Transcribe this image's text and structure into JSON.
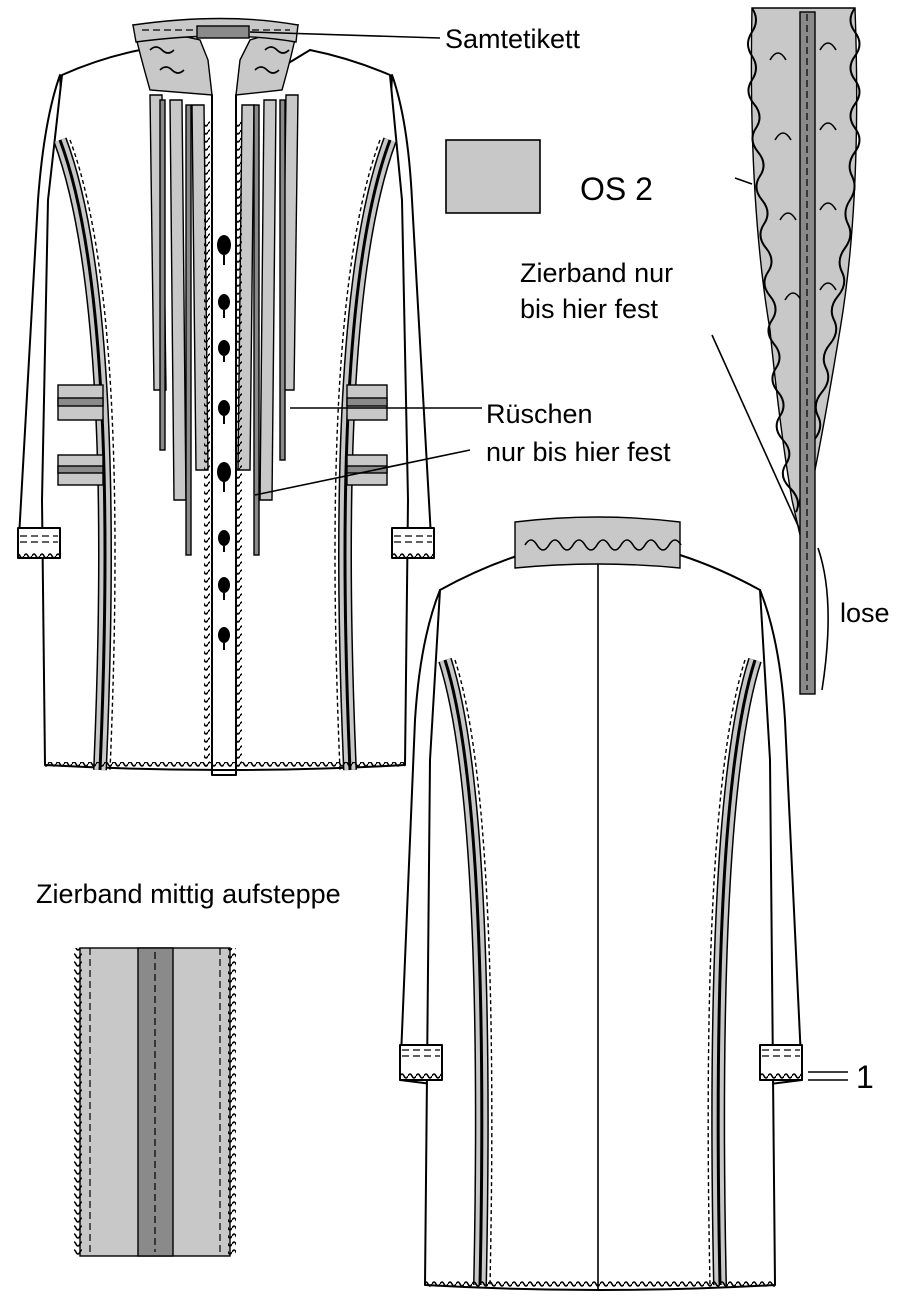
{
  "labels": {
    "velvet_label": "Samtetikett",
    "fabric_swatch": "OS 2",
    "trim_fixed_line1": "Zierband nur",
    "trim_fixed_line2": "bis hier fest",
    "ruffles_line1": "Rüschen",
    "ruffles_line2": "nur bis hier fest",
    "loose": "lose",
    "trim_centered": "Zierband  mittig aufsteppe",
    "detail_number": "1"
  },
  "colors": {
    "fabric": "#c8c8c8",
    "ribbon": "#8a8a8a",
    "outline": "#000000",
    "background": "#ffffff"
  }
}
